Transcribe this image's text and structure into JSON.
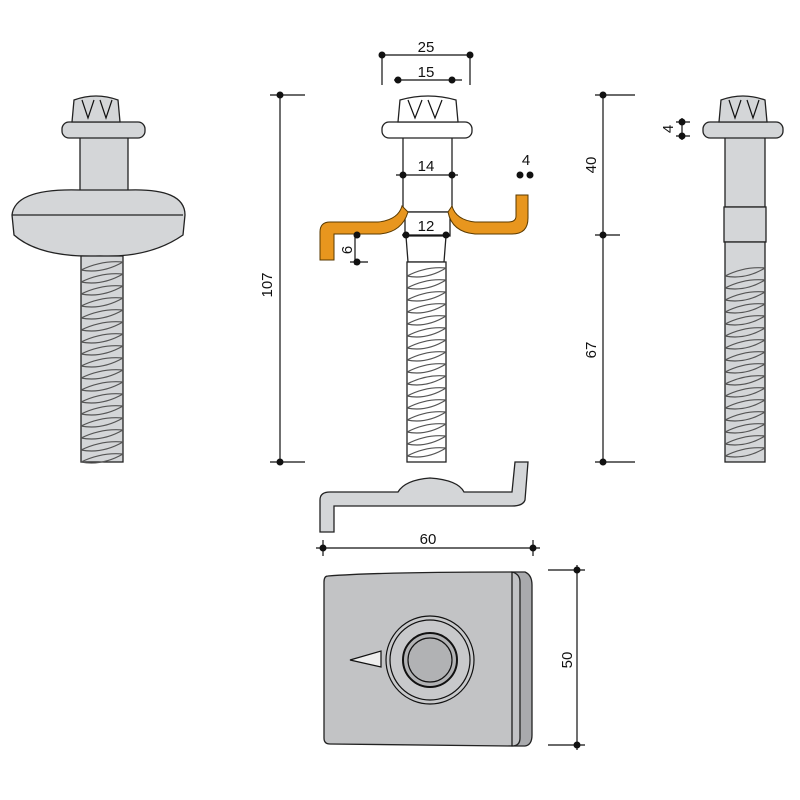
{
  "drawing": {
    "accent_color": "#e8961e",
    "dimensions": {
      "head_outer": "25",
      "head_inner": "15",
      "shank_upper": "14",
      "bracket_thickness": "4",
      "shank_lower": "12",
      "bracket_offset": "6",
      "total_length": "107",
      "upper_length": "40",
      "thread_length": "67",
      "flange_thickness": "4",
      "plate_width": "60",
      "plate_height": "50"
    }
  }
}
